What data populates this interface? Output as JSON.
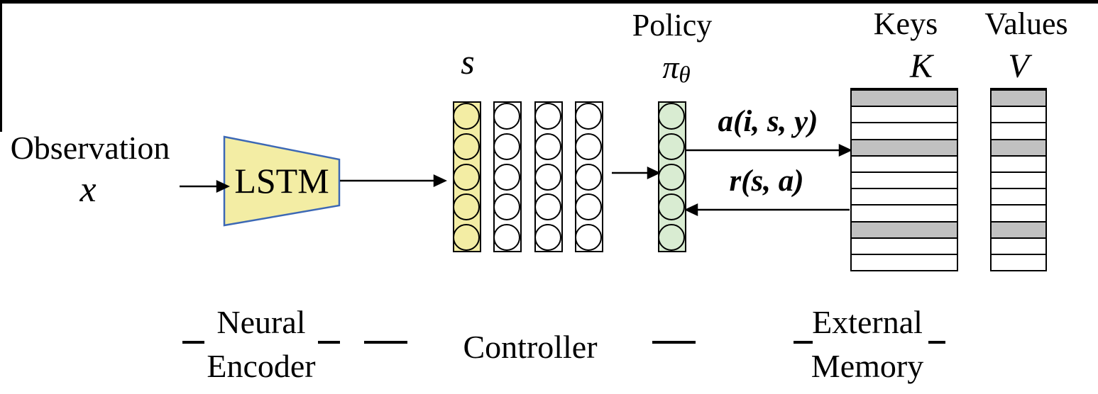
{
  "labels": {
    "observation": "Observation",
    "observation_symbol": "x",
    "lstm": "LSTM",
    "state_symbol": "s",
    "policy_title": "Policy",
    "policy_symbol": "π",
    "policy_symbol_sub": "θ",
    "keys_title": "Keys",
    "keys_symbol": "K",
    "values_title": "Values",
    "values_symbol": "V",
    "action_arrow": "a(i, s, y)",
    "reward_arrow": "r(s, a)",
    "neural_encoder_line1": "Neural",
    "neural_encoder_line2": "Encoder",
    "controller": "Controller",
    "external_memory_line1": "External",
    "external_memory_line2": "Memory"
  },
  "colors": {
    "encoder_fill": "#f3eda4",
    "encoder_border": "#3c68b5",
    "state_fill": "#f3eda4",
    "hidden_fill": "#ffffff",
    "policy_fill": "#d9ecd2",
    "memory_gray": "#c1c1c1",
    "ink": "#000000"
  },
  "controller_columns": [
    {
      "name": "state-column",
      "fill": "#f3eda4",
      "circles": 5
    },
    {
      "name": "hidden-column-1",
      "fill": "#ffffff",
      "circles": 5
    },
    {
      "name": "hidden-column-2",
      "fill": "#ffffff",
      "circles": 5
    },
    {
      "name": "hidden-column-3",
      "fill": "#ffffff",
      "circles": 5
    }
  ],
  "policy_column": {
    "fill": "#d9ecd2",
    "circles": 5
  },
  "memory": {
    "keys_table": {
      "rows": 11,
      "gray_rows": [
        0,
        3,
        8
      ]
    },
    "values_table": {
      "rows": 11,
      "gray_rows": [
        0,
        3,
        8
      ]
    }
  }
}
